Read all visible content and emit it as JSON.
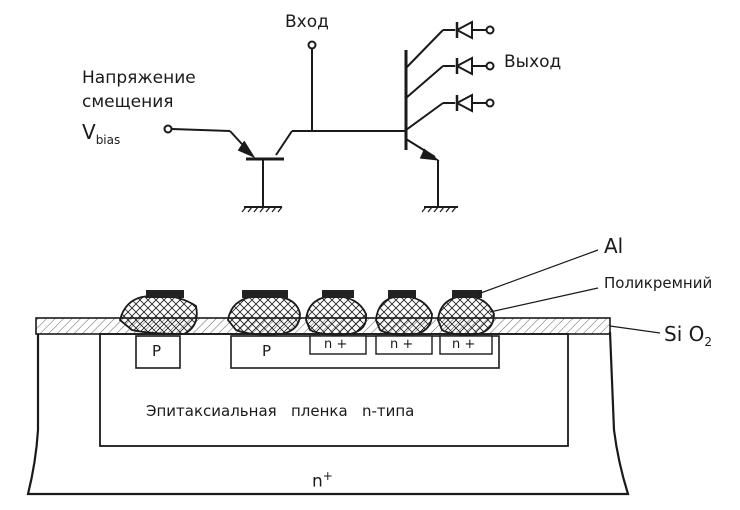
{
  "circuit": {
    "input_label": "Вход",
    "bias_label_line1": "Напряжение",
    "bias_label_line2": "смещения",
    "vbias_main": "V",
    "vbias_sub": "bias",
    "output_label": "Выход"
  },
  "cross_section": {
    "al_label": "Al",
    "poly_label": "Поликремний",
    "sio2_main": "Si O",
    "sio2_sub": "2",
    "p_region_1": "P",
    "p_region_2": "P",
    "n_plus_1": "n +",
    "n_plus_2": "n +",
    "n_plus_3": "n +",
    "epi_label": "Эпитаксиальная   пленка   n-типа",
    "substrate_main": "n",
    "substrate_sup": "+"
  },
  "colors": {
    "ink": "#1a1a1a",
    "background": "#ffffff",
    "oxide_fill": "#ffffff",
    "metal_fill": "#222222"
  }
}
